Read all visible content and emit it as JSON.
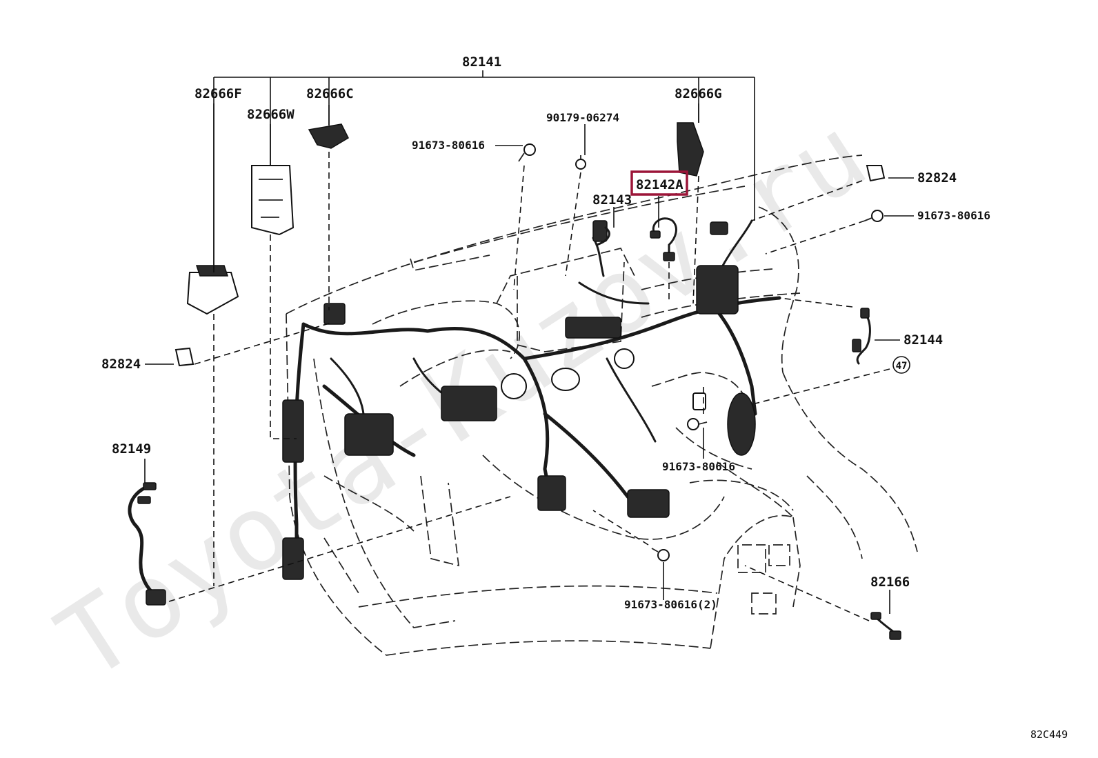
{
  "watermark": "Toyota-Kuzov.ru",
  "diagram_code": "82C449",
  "highlight_color": "#9c1538",
  "labels": {
    "p82141": "82141",
    "p82666F": "82666F",
    "p82666W": "82666W",
    "p82666C": "82666C",
    "p82666G": "82666G",
    "p90179": "90179-06274",
    "p91673_top": "91673-80616",
    "p82142A": "82142A",
    "p82143": "82143",
    "p82824_right": "82824",
    "p91673_right": "91673-80616",
    "p82824_left": "82824",
    "p82144": "82144",
    "p47": "47",
    "p91673_mid": "91673-80616",
    "p82149": "82149",
    "p82166": "82166",
    "p91673_bottom": "91673-80616(2)"
  }
}
